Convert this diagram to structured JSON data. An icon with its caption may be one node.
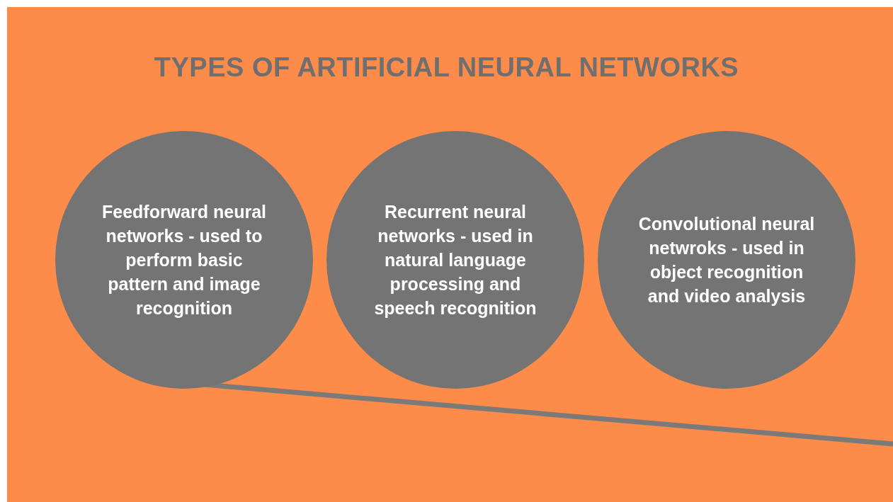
{
  "diagram": {
    "title": "TYPES OF ARTIFICIAL NEURAL NETWORKS",
    "nodes": [
      {
        "text": [
          "Feedforward neural networks - used to perform basic pattern and image recognition"
        ]
      },
      {
        "text": [
          "Recurrent neural networks - used in natural language processing and speech recognition"
        ]
      },
      {
        "text": [
          "Convolutional neural netwroks - used in object recognition and video analysis"
        ]
      }
    ]
  }
}
